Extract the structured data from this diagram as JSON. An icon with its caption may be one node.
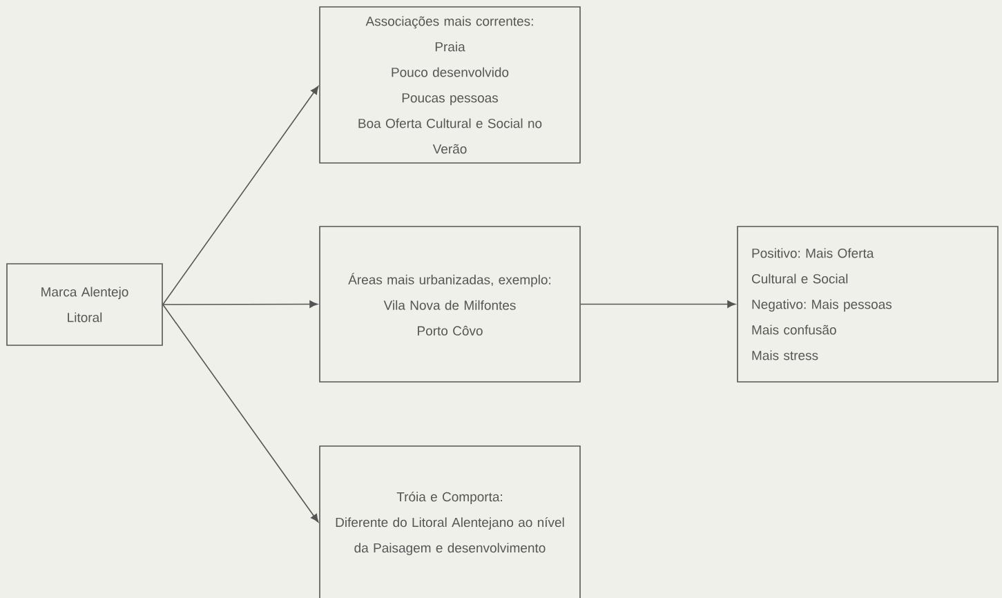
{
  "diagram": {
    "nodes": [
      {
        "text": [
          "Marca Alentejo Litoral"
        ]
      },
      {
        "text": [
          "Associações mais correntes:",
          "Praia",
          "Pouco desenvolvido",
          "Poucas pessoas",
          "Boa Oferta Cultural e Social no Verão"
        ]
      },
      {
        "text": [
          "Áreas mais urbanizadas, exemplo:",
          "Vila Nova de Milfontes",
          "Porto Côvo"
        ]
      },
      {
        "text": [
          "Tróia e Comporta:",
          "Diferente do Litoral Alentejano ao nível da Paisagem e desenvolvimento"
        ]
      },
      {
        "text": [
          "Positivo: Mais Oferta Cultural e Social",
          "Negativo: Mais pessoas",
          "Mais confusão",
          "Mais stress"
        ]
      }
    ],
    "edges": [
      {
        "from": 0,
        "to": 1,
        "arrow": "to"
      },
      {
        "from": 0,
        "to": 2,
        "arrow": "to"
      },
      {
        "from": 0,
        "to": 3,
        "arrow": "to"
      },
      {
        "from": 2,
        "to": 4,
        "arrow": "to"
      }
    ]
  }
}
